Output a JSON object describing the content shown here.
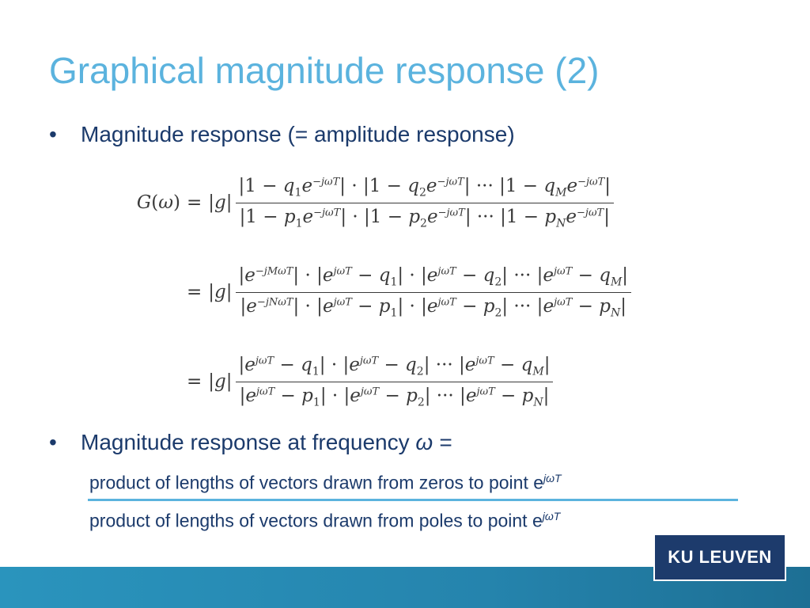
{
  "slide": {
    "title": "Graphical magnitude response (2)",
    "bullets": [
      {
        "marker": "•",
        "text": "Magnitude response (= amplitude response)"
      },
      {
        "marker": "•",
        "text": "Magnitude response at frequency ",
        "symbol": "ω ="
      }
    ],
    "ratio": {
      "numerator": {
        "text": "product of lengths of vectors drawn from zeros to point e",
        "sup": "jωT"
      },
      "denominator": {
        "text": "product of lengths of vectors drawn from poles to point e",
        "sup": "jωT"
      }
    },
    "logo_text": "KU LEUVEN"
  },
  "colors": {
    "title": "#5bb3de",
    "body_text": "#1b3a6b",
    "divider": "#5bb3de",
    "footer_band": "#2584ad",
    "logo_bg": "#1d3b6c"
  }
}
